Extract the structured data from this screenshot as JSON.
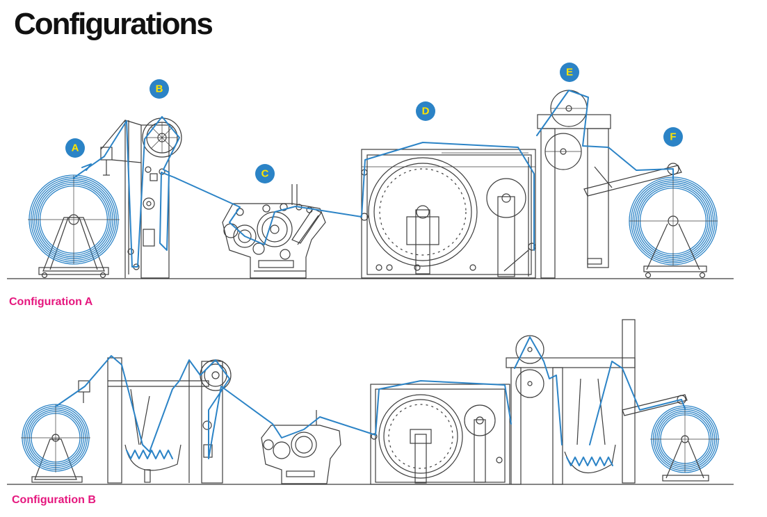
{
  "title": "Configurations",
  "colors": {
    "title": "#111111",
    "label": "#e5177e",
    "web": "#2b83c6",
    "badge_fill": "#2b83c6",
    "badge_text": "#ffe400",
    "machine": "#3c3c3c"
  },
  "configurations": [
    {
      "label": "Configuration A"
    },
    {
      "label": "Configuration B"
    }
  ],
  "badges": [
    {
      "letter": "A"
    },
    {
      "letter": "B"
    },
    {
      "letter": "C"
    },
    {
      "letter": "D"
    },
    {
      "letter": "E"
    },
    {
      "letter": "F"
    }
  ]
}
